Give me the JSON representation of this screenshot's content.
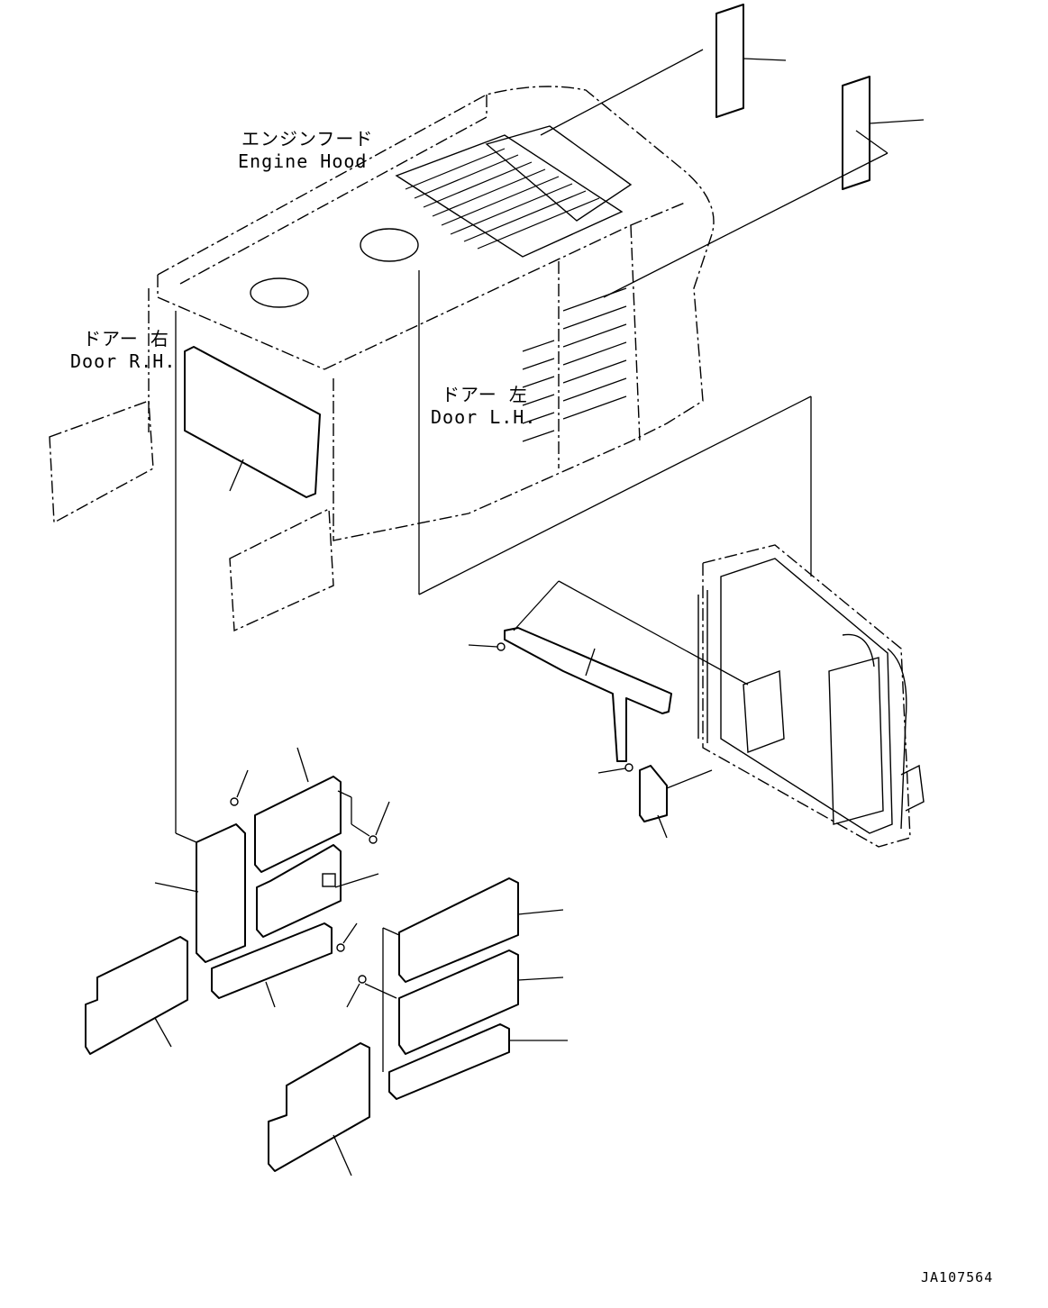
{
  "labels": {
    "engine_hood_jp": "エンジンフード",
    "engine_hood_en": "Engine Hood",
    "door_rh_jp": "ドアー 右",
    "door_rh_en": "Door R.H.",
    "door_lh_jp": "ドアー 左",
    "door_lh_en": "Door L.H."
  },
  "drawing_number": "JA107564"
}
